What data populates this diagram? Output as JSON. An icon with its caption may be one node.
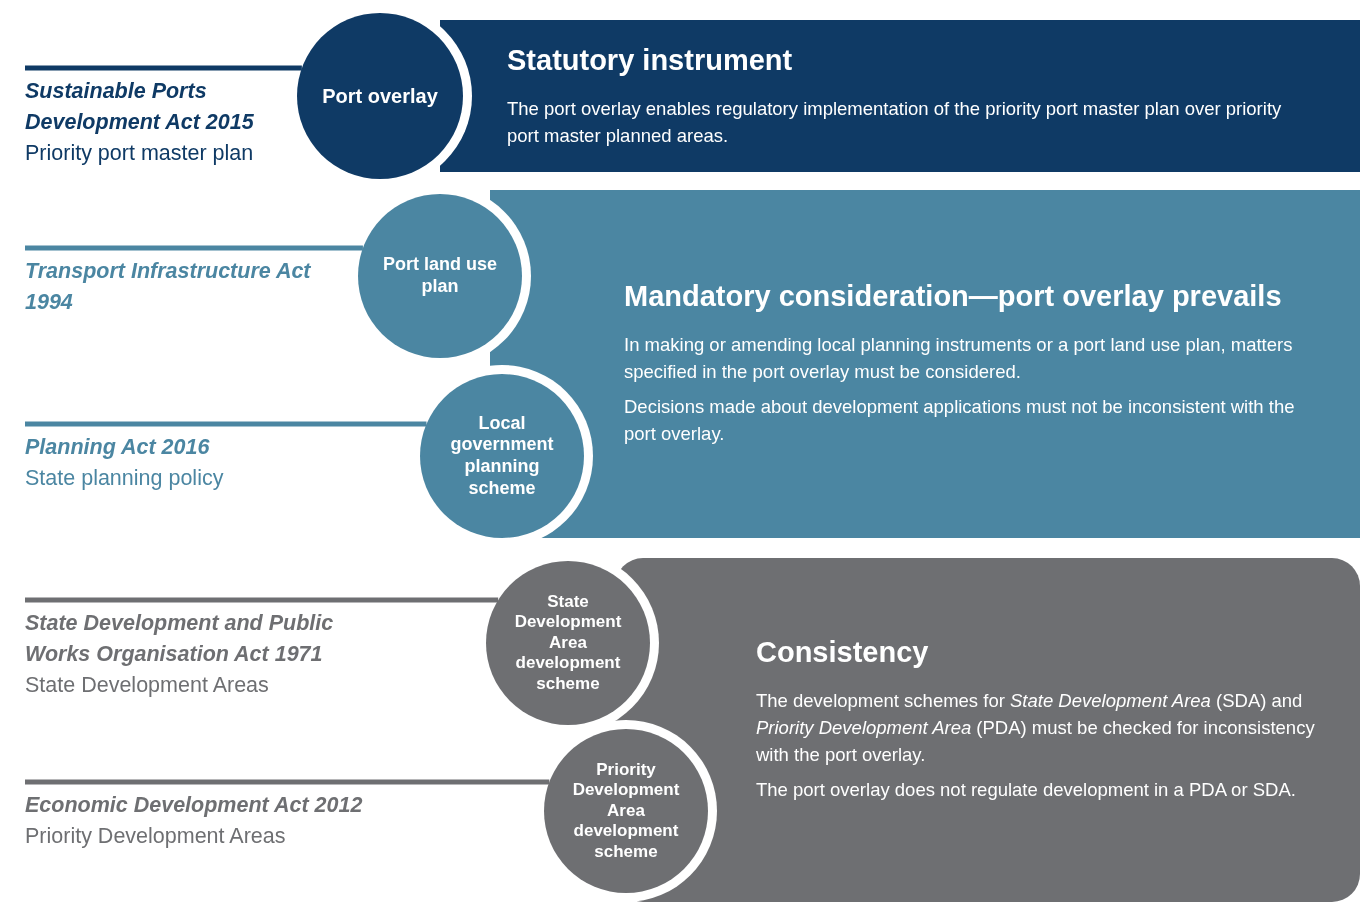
{
  "diagram": {
    "nodes": [
      {
        "text": [
          "Sustainable Ports Development Act 2015",
          "Priority port master plan"
        ]
      },
      {
        "text": [
          "Port overlay"
        ]
      },
      {
        "text": [
          "Statutory instrument",
          "The port overlay enables regulatory implementation of the priority port master plan over priority port master planned areas."
        ]
      },
      {
        "text": [
          "Transport Infrastructure Act 1994"
        ]
      },
      {
        "text": [
          "Port land use plan"
        ]
      },
      {
        "text": [
          "Mandatory consideration—port overlay prevails",
          "In making or amending local planning instruments or a port land use plan, matters specified in the port overlay must be considered.",
          "Decisions made about development applications must not be inconsistent with the port overlay."
        ]
      },
      {
        "text": [
          "Planning Act 2016",
          "State planning policy"
        ]
      },
      {
        "text": [
          "Local government planning scheme"
        ]
      },
      {
        "text": [
          "State Development and Public Works Organisation Act 1971",
          "State Development Areas"
        ]
      },
      {
        "text": [
          "State Development Area development scheme"
        ]
      },
      {
        "text": [
          "Consistency",
          "The development schemes for *State Development Area* (SDA) and *Priority Development Area* (PDA) must be checked for inconsistency with the port overlay.",
          "The port overlay does not regulate development in a PDA or SDA."
        ]
      },
      {
        "text": [
          "Economic Development Act 2012",
          "Priority Development Areas"
        ]
      },
      {
        "text": [
          "Priority Development Area development scheme"
        ]
      }
    ],
    "edges": [
      {
        "from": 0,
        "to": 1,
        "arrow": "none",
        "color": "#0f3a65"
      },
      {
        "from": 3,
        "to": 4,
        "arrow": "none",
        "color": "#4b86a2"
      },
      {
        "from": 6,
        "to": 7,
        "arrow": "none",
        "color": "#4b86a2"
      },
      {
        "from": 8,
        "to": 9,
        "arrow": "none",
        "color": "#6e6f72"
      },
      {
        "from": 11,
        "to": 12,
        "arrow": "none",
        "color": "#6e6f72"
      }
    ]
  }
}
